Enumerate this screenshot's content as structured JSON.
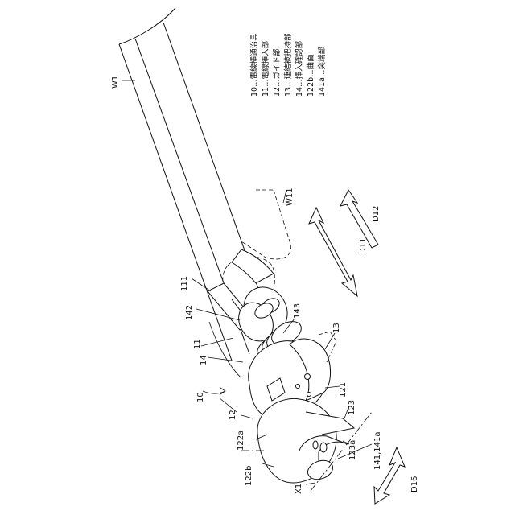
{
  "legend": [
    {
      "id": "leg-10",
      "text": "10…電線挿通治具"
    },
    {
      "id": "leg-11",
      "text": "11…電線挿入部"
    },
    {
      "id": "leg-12",
      "text": "12…ガイド部"
    },
    {
      "id": "leg-13",
      "text": "13…連結被把持部"
    },
    {
      "id": "leg-14",
      "text": "14…挿入確認部"
    },
    {
      "id": "leg-122b",
      "text": "122b…曲面"
    },
    {
      "id": "leg-141a",
      "text": "141a…突端部"
    }
  ],
  "labels": {
    "w1": "W1",
    "w11": "W11",
    "d11": "D11",
    "d12": "D12",
    "d16": "D16",
    "n111": "111",
    "n142": "142",
    "n143": "143",
    "n11": "11",
    "n14": "14",
    "n13": "13",
    "n121": "121",
    "n10": "10",
    "n12": "12",
    "n123": "123",
    "n122a": "122a",
    "n123a": "123a",
    "n122b": "122b",
    "n141": "141,141a",
    "x1": "X1"
  }
}
